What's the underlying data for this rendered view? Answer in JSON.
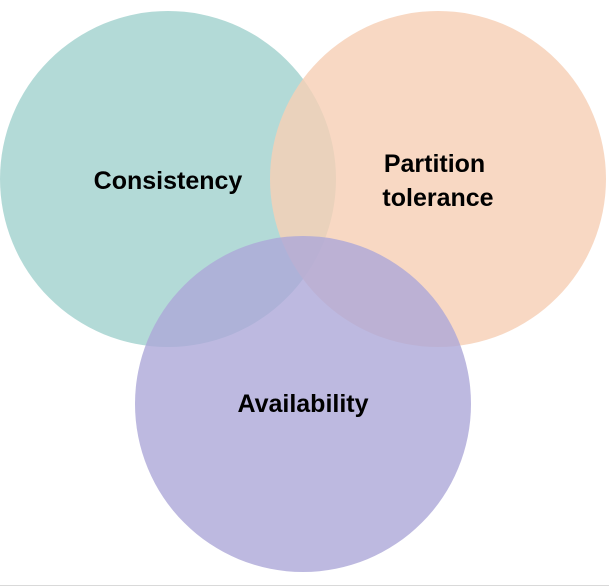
{
  "diagram": {
    "type": "venn",
    "sets": [
      {
        "id": "consistency",
        "label_lines": [
          "Consistency"
        ],
        "color": "#a8d5d1"
      },
      {
        "id": "partition",
        "label_lines": [
          "Partition",
          "tolerance"
        ],
        "color": "#f7cfb6"
      },
      {
        "id": "availability",
        "label_lines": [
          "Availability"
        ],
        "color": "#ada8d8"
      }
    ]
  }
}
